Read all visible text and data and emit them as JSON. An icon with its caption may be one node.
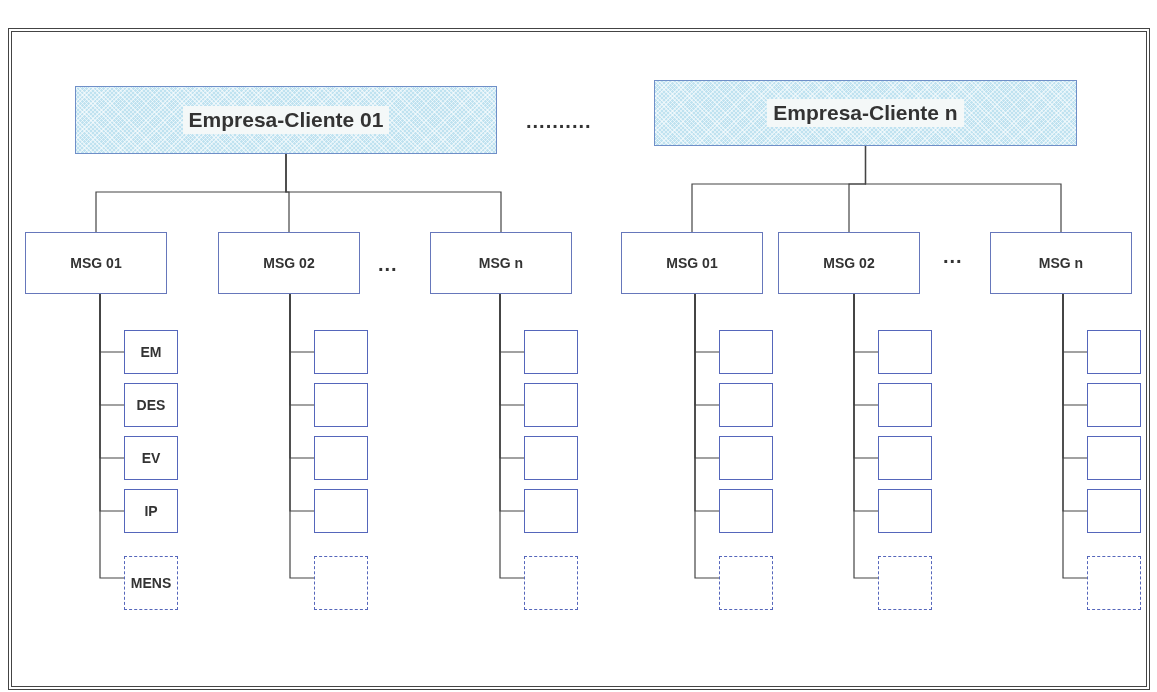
{
  "diagram": {
    "nodes": [
      {
        "text": [
          "Empresa-Cliente 01"
        ]
      },
      {
        "text": [
          "Empresa-Cliente n"
        ]
      },
      {
        "text": [
          "MSG 01"
        ]
      },
      {
        "text": [
          "MSG 02"
        ]
      },
      {
        "text": [
          "MSG n"
        ]
      },
      {
        "text": [
          "MSG 01"
        ]
      },
      {
        "text": [
          "MSG 02"
        ]
      },
      {
        "text": [
          "MSG n"
        ]
      },
      {
        "text": [
          "EM"
        ]
      },
      {
        "text": [
          "DES"
        ]
      },
      {
        "text": [
          "EV"
        ]
      },
      {
        "text": [
          "IP"
        ]
      },
      {
        "text": [
          "MENS"
        ]
      },
      {
        "text": [],
        "shape": "box"
      },
      {
        "text": [],
        "shape": "box"
      },
      {
        "text": [],
        "shape": "box"
      },
      {
        "text": [],
        "shape": "box"
      },
      {
        "text": [],
        "shape": "box"
      },
      {
        "text": [],
        "shape": "box"
      },
      {
        "text": [],
        "shape": "box"
      },
      {
        "text": [],
        "shape": "box"
      },
      {
        "text": [],
        "shape": "box"
      },
      {
        "text": [],
        "shape": "box"
      },
      {
        "text": [],
        "shape": "box"
      },
      {
        "text": [],
        "shape": "box"
      },
      {
        "text": [],
        "shape": "box"
      },
      {
        "text": [],
        "shape": "box"
      },
      {
        "text": [],
        "shape": "box"
      },
      {
        "text": [],
        "shape": "box"
      },
      {
        "text": [],
        "shape": "box"
      },
      {
        "text": [],
        "shape": "box"
      },
      {
        "text": [],
        "shape": "box"
      },
      {
        "text": [],
        "shape": "box"
      },
      {
        "text": [],
        "shape": "box"
      },
      {
        "text": [],
        "shape": "box"
      },
      {
        "text": [],
        "shape": "box"
      },
      {
        "text": [],
        "shape": "box"
      },
      {
        "text": [],
        "shape": "box"
      }
    ],
    "edges": [
      {
        "from": 0,
        "to": 2,
        "arrow": "none"
      },
      {
        "from": 0,
        "to": 3,
        "arrow": "none"
      },
      {
        "from": 0,
        "to": 4,
        "arrow": "none"
      },
      {
        "from": 1,
        "to": 5,
        "arrow": "none"
      },
      {
        "from": 1,
        "to": 6,
        "arrow": "none"
      },
      {
        "from": 1,
        "to": 7,
        "arrow": "none"
      },
      {
        "from": 2,
        "to": 8,
        "arrow": "none"
      },
      {
        "from": 2,
        "to": 9,
        "arrow": "none"
      },
      {
        "from": 2,
        "to": 10,
        "arrow": "none"
      },
      {
        "from": 2,
        "to": 11,
        "arrow": "none"
      },
      {
        "from": 2,
        "to": 12,
        "arrow": "none"
      },
      {
        "from": 3,
        "to": 13,
        "arrow": "none"
      },
      {
        "from": 3,
        "to": 14,
        "arrow": "none"
      },
      {
        "from": 3,
        "to": 15,
        "arrow": "none"
      },
      {
        "from": 3,
        "to": 16,
        "arrow": "none"
      },
      {
        "from": 3,
        "to": 17,
        "arrow": "none"
      },
      {
        "from": 4,
        "to": 18,
        "arrow": "none"
      },
      {
        "from": 4,
        "to": 19,
        "arrow": "none"
      },
      {
        "from": 4,
        "to": 20,
        "arrow": "none"
      },
      {
        "from": 4,
        "to": 21,
        "arrow": "none"
      },
      {
        "from": 4,
        "to": 22,
        "arrow": "none"
      },
      {
        "from": 5,
        "to": 23,
        "arrow": "none"
      },
      {
        "from": 5,
        "to": 24,
        "arrow": "none"
      },
      {
        "from": 5,
        "to": 25,
        "arrow": "none"
      },
      {
        "from": 5,
        "to": 26,
        "arrow": "none"
      },
      {
        "from": 5,
        "to": 27,
        "arrow": "none"
      },
      {
        "from": 6,
        "to": 28,
        "arrow": "none"
      },
      {
        "from": 6,
        "to": 29,
        "arrow": "none"
      },
      {
        "from": 6,
        "to": 30,
        "arrow": "none"
      },
      {
        "from": 6,
        "to": 31,
        "arrow": "none"
      },
      {
        "from": 6,
        "to": 32,
        "arrow": "none"
      },
      {
        "from": 7,
        "to": 33,
        "arrow": "none"
      },
      {
        "from": 7,
        "to": 34,
        "arrow": "none"
      },
      {
        "from": 7,
        "to": 35,
        "arrow": "none"
      },
      {
        "from": 7,
        "to": 36,
        "arrow": "none"
      },
      {
        "from": 7,
        "to": 37,
        "arrow": "none"
      }
    ],
    "labels": [
      "..........",
      "...",
      "..."
    ]
  }
}
